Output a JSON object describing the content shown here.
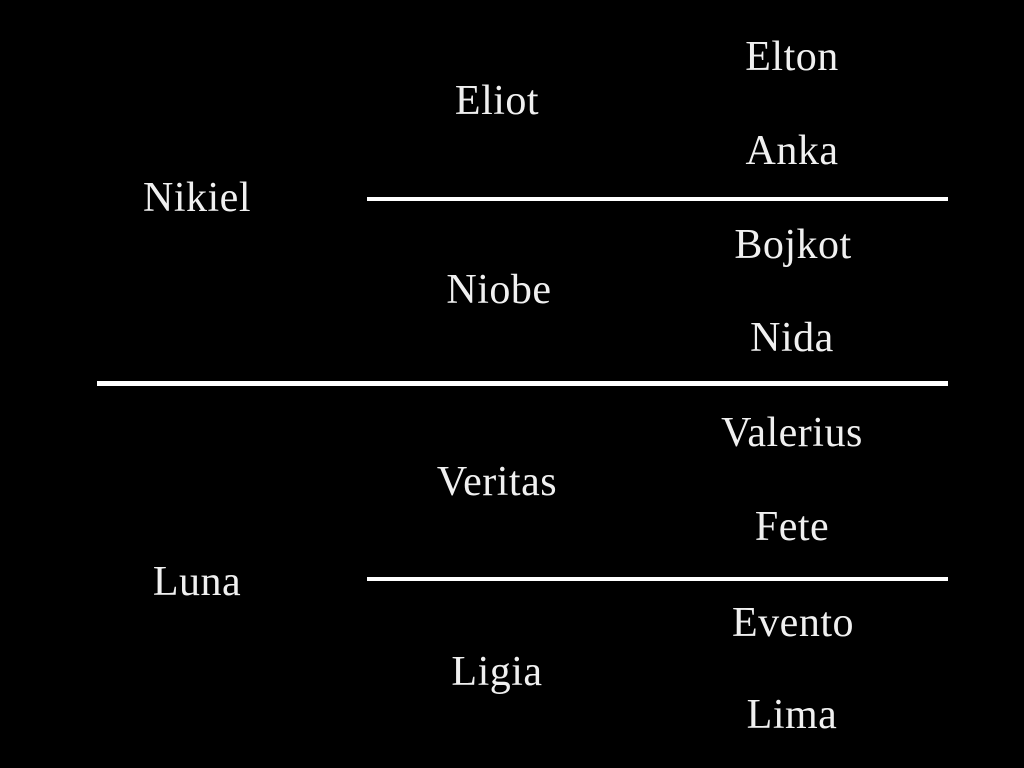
{
  "chart_type": "pedigree-family-tree",
  "colors": {
    "background": "#000000",
    "text": "#f0f0f0",
    "line": "#ffffff"
  },
  "tree": {
    "generation1": [
      {
        "label": "Nikiel"
      },
      {
        "label": "Luna"
      }
    ],
    "generation2": [
      {
        "label": "Eliot"
      },
      {
        "label": "Niobe"
      },
      {
        "label": "Veritas"
      },
      {
        "label": "Ligia"
      }
    ],
    "generation3": [
      {
        "label": "Elton"
      },
      {
        "label": "Anka"
      },
      {
        "label": "Bojkot"
      },
      {
        "label": "Nida"
      },
      {
        "label": "Valerius"
      },
      {
        "label": "Fete"
      },
      {
        "label": "Evento"
      },
      {
        "label": "Lima"
      }
    ]
  },
  "relationships": [
    {
      "subject": "Nikiel",
      "sire": "Eliot",
      "dam": "Niobe"
    },
    {
      "subject": "Luna",
      "sire": "Veritas",
      "dam": "Ligia"
    },
    {
      "subject": "Eliot",
      "sire": "Elton",
      "dam": "Anka"
    },
    {
      "subject": "Niobe",
      "sire": "Bojkot",
      "dam": "Nida"
    },
    {
      "subject": "Veritas",
      "sire": "Valerius",
      "dam": "Fete"
    },
    {
      "subject": "Ligia",
      "sire": "Evento",
      "dam": "Lima"
    }
  ]
}
